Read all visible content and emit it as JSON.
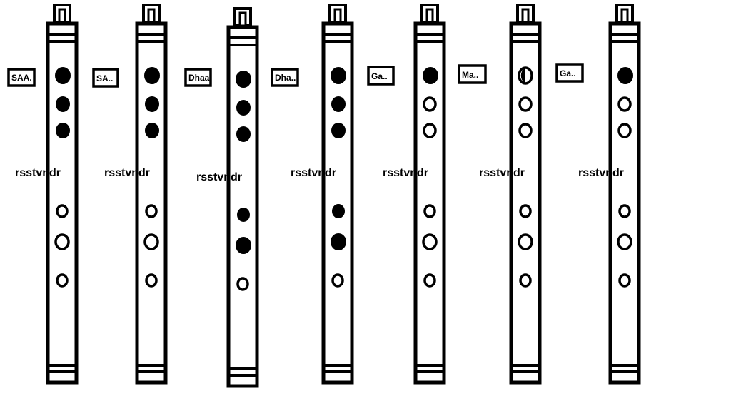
{
  "colors": {
    "ink": "#000000",
    "paper": "#ffffff"
  },
  "flutes": [
    {
      "note": "SAA.",
      "brand": "rsstvndr",
      "holes": [
        "filled",
        "filled",
        "filled",
        "open",
        "open",
        "open"
      ]
    },
    {
      "note": "SA..",
      "brand": "rsstvndr",
      "holes": [
        "filled",
        "filled",
        "filled",
        "open",
        "open",
        "open"
      ]
    },
    {
      "note": "Dhaa",
      "brand": "rsstvndr",
      "holes": [
        "filled",
        "filled",
        "filled",
        "filled",
        "filled",
        "open"
      ]
    },
    {
      "note": "Dha..",
      "brand": "rsstvndr",
      "holes": [
        "filled",
        "filled",
        "filled",
        "filled",
        "filled",
        "open"
      ]
    },
    {
      "note": "Ga..",
      "brand": "rsstvndr",
      "holes": [
        "filled",
        "open",
        "open",
        "open",
        "open",
        "open"
      ]
    },
    {
      "note": "Ma..",
      "brand": "rsstvndr",
      "holes": [
        "half",
        "open",
        "open",
        "open",
        "open",
        "open"
      ]
    },
    {
      "note": "Ga..",
      "brand": "rsstvndr",
      "holes": [
        "filled",
        "open",
        "open",
        "open",
        "open",
        "open"
      ]
    }
  ]
}
